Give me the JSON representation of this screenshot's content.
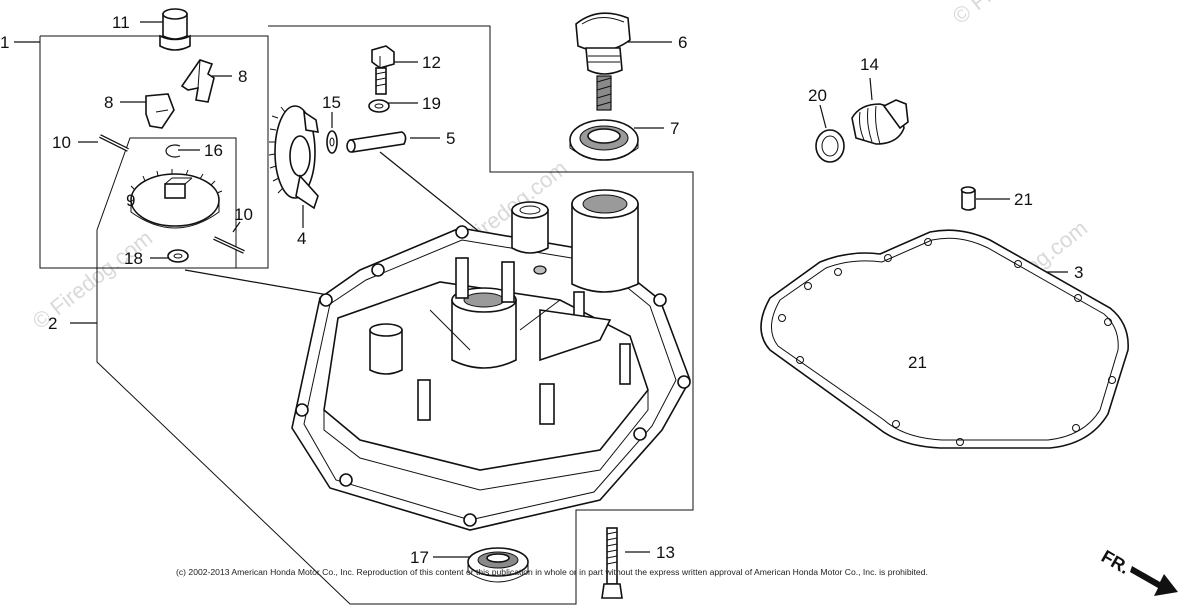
{
  "diagram": {
    "parts": [
      {
        "id": "1",
        "label": "1"
      },
      {
        "id": "2",
        "label": "2"
      },
      {
        "id": "3",
        "label": "3"
      },
      {
        "id": "4",
        "label": "4"
      },
      {
        "id": "5",
        "label": "5"
      },
      {
        "id": "6",
        "label": "6"
      },
      {
        "id": "7",
        "label": "7"
      },
      {
        "id": "8a",
        "label": "8"
      },
      {
        "id": "8b",
        "label": "8"
      },
      {
        "id": "9",
        "label": "9"
      },
      {
        "id": "10a",
        "label": "10"
      },
      {
        "id": "10b",
        "label": "10"
      },
      {
        "id": "11",
        "label": "11"
      },
      {
        "id": "12",
        "label": "12"
      },
      {
        "id": "13",
        "label": "13"
      },
      {
        "id": "14",
        "label": "14"
      },
      {
        "id": "15",
        "label": "15"
      },
      {
        "id": "16",
        "label": "16"
      },
      {
        "id": "17",
        "label": "17"
      },
      {
        "id": "18",
        "label": "18"
      },
      {
        "id": "19",
        "label": "19"
      },
      {
        "id": "20",
        "label": "20"
      },
      {
        "id": "21a",
        "label": "21"
      },
      {
        "id": "21b",
        "label": "21"
      }
    ],
    "direction_marker": "FR.",
    "copyright": "(c) 2002-2013 American Honda Motor Co., Inc. Reproduction of this content or this publication in whole or in part without the express written approval of American Honda Motor Co., Inc. is prohibited.",
    "watermark": "© Firedog.com"
  }
}
